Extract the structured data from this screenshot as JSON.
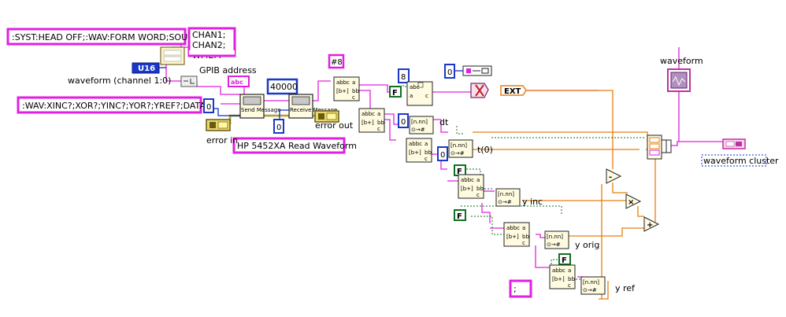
{
  "strings": {
    "command1": ":SYST:HEAD OFF;:WAV:FORM WORD;SOUR",
    "command2": ":WAV:XINC?;XOR?;YINC?;YOR?;YREF?;DATA?;",
    "channels": [
      "CHAN1;",
      "CHAN2;",
      "WMEM"
    ],
    "hp_title": "HP 5452XA Read Waveform",
    "delim": ";"
  },
  "labels": {
    "waveform_channel": "waveform (channel 1:0)",
    "gpib_address": "GPIB address",
    "error_in": "error in",
    "error_out": "error out",
    "dt": "dt",
    "t0": "t(0)",
    "y_inc": "y inc",
    "y_orig": "y orig",
    "y_ref": "y ref",
    "waveform": "waveform",
    "waveform_cluster": "waveform cluster"
  },
  "subvis": {
    "send": "Send Message",
    "receive": "Receive Message"
  },
  "constants": {
    "u16": "U16",
    "zero": "0",
    "n40000": "40000",
    "hash8": "#8",
    "n8": "8",
    "false": "F",
    "ext": "EXT",
    "abc": "abc"
  },
  "colors": {
    "string_wire": "#e020e0",
    "numeric_wire": "#e87e10",
    "boolean_wire": "#107020",
    "error_wire": "#8a7a10",
    "int_wire": "#1030c0"
  }
}
